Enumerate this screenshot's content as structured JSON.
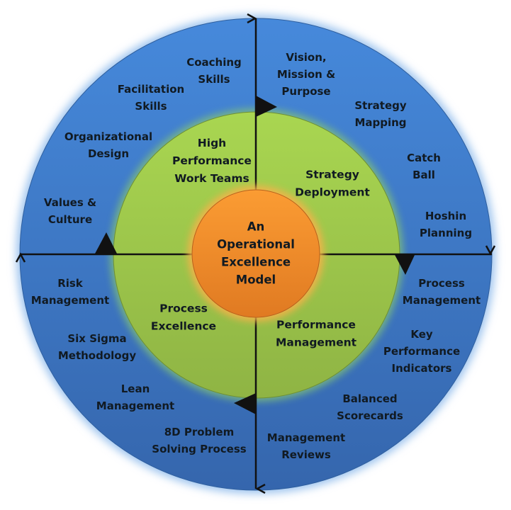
{
  "title": "An Operational Excellence Model",
  "colors": {
    "outer_ring": "#3f7fcf",
    "middle_ring": "#9dc84a",
    "center": "#f28e2c",
    "lines": "#111111",
    "text": "#111a22"
  },
  "center": {
    "lines": [
      "An",
      "Operational",
      "Excellence",
      "Model"
    ]
  },
  "quadrants": [
    {
      "id": "high-performance-work-teams",
      "label": [
        "High",
        "Performance",
        "Work Teams"
      ],
      "items": [
        [
          "Coaching",
          "Skills"
        ],
        [
          "Facilitation",
          "Skills"
        ],
        [
          "Organizational",
          "Design"
        ],
        [
          "Values &",
          "Culture"
        ]
      ]
    },
    {
      "id": "strategy-deployment",
      "label": [
        "Strategy",
        "Deployment"
      ],
      "items": [
        [
          "Vision,",
          "Mission &",
          "Purpose"
        ],
        [
          "Strategy",
          "Mapping"
        ],
        [
          "Catch",
          "Ball"
        ],
        [
          "Hoshin",
          "Planning"
        ]
      ]
    },
    {
      "id": "performance-management",
      "label": [
        "Performance",
        "Management"
      ],
      "items": [
        [
          "Process",
          "Management"
        ],
        [
          "Key",
          "Performance",
          "Indicators"
        ],
        [
          "Balanced",
          "Scorecards"
        ],
        [
          "Management",
          "Reviews"
        ]
      ]
    },
    {
      "id": "process-excellence",
      "label": [
        "Process",
        "Excellence"
      ],
      "items": [
        [
          "Risk",
          "Management"
        ],
        [
          "Six Sigma",
          "Methodology"
        ],
        [
          "Lean",
          "Management"
        ],
        [
          "8D Problem",
          "Solving Process"
        ]
      ]
    }
  ]
}
